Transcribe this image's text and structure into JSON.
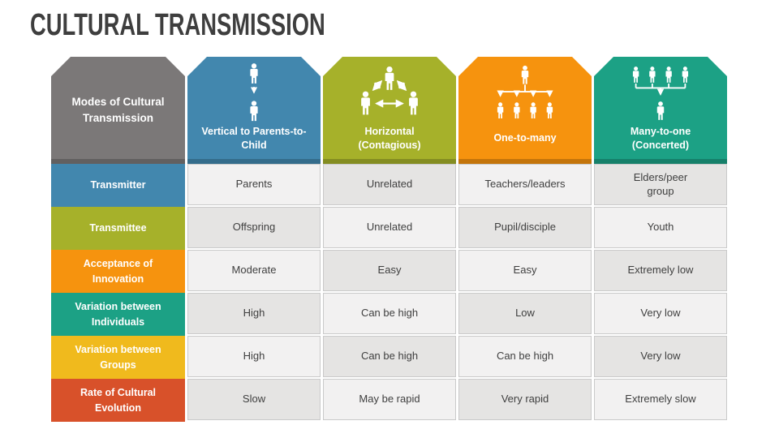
{
  "title": "CULTURAL TRANSMISSION",
  "colors": {
    "gray": "#7b7878",
    "blue": "#4287ae",
    "olive": "#a6b12a",
    "orange": "#f6930e",
    "teal": "#1ca185",
    "gold": "#f0ba1d",
    "red": "#d8512a",
    "cell_light": "#f2f1f1",
    "cell_dark": "#e5e4e3"
  },
  "table": {
    "corner_header": "Modes of Cultural Transmission",
    "columns": [
      {
        "label": "Vertical to Parents-to-Child",
        "color": "blue",
        "icon": "vertical-transmission-icon"
      },
      {
        "label": "Horizontal (Contagious)",
        "color": "olive",
        "icon": "horizontal-transmission-icon"
      },
      {
        "label": "One-to-many",
        "color": "orange",
        "icon": "one-to-many-icon"
      },
      {
        "label": "Many-to-one (Concerted)",
        "color": "teal",
        "icon": "many-to-one-icon"
      }
    ],
    "rows": [
      {
        "label": "Transmitter",
        "color": "blue",
        "values": [
          "Parents",
          "Unrelated",
          "Teachers/leaders",
          "Elders/peer group"
        ]
      },
      {
        "label": "Transmittee",
        "color": "olive",
        "values": [
          "Offspring",
          "Unrelated",
          "Pupil/disciple",
          "Youth"
        ]
      },
      {
        "label": "Acceptance of Innovation",
        "color": "orange",
        "values": [
          "Moderate",
          "Easy",
          "Easy",
          "Extremely low"
        ]
      },
      {
        "label": "Variation between Individuals",
        "color": "teal",
        "values": [
          "High",
          "Can be high",
          "Low",
          "Very low"
        ]
      },
      {
        "label": "Variation between Groups",
        "color": "gold",
        "values": [
          "High",
          "Can be high",
          "Can be high",
          "Very low"
        ]
      },
      {
        "label": "Rate of Cultural Evolution",
        "color": "red",
        "values": [
          "Slow",
          "May be rapid",
          "Very rapid",
          "Extremely slow"
        ]
      }
    ]
  }
}
